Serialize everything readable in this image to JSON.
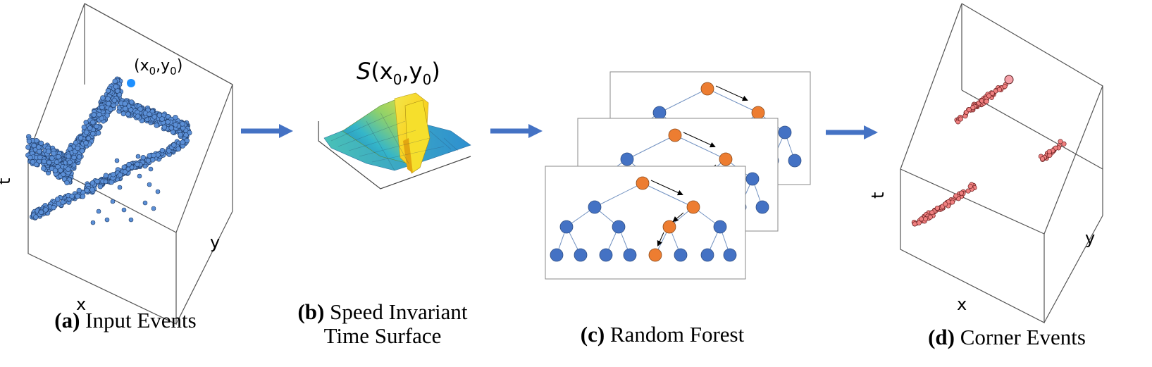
{
  "panel_a": {
    "point_label": "(x",
    "point_label_sub0": "0",
    "point_label_mid": ",y",
    "point_label_sub1": "0",
    "point_label_end": ")",
    "axis_t": "t",
    "axis_y": "y",
    "axis_x": "x",
    "caption_tag": "(a)",
    "caption_text": " Input Events"
  },
  "panel_b": {
    "title_s": "S",
    "title_open": "(x",
    "title_sub0": "0",
    "title_mid": ",y",
    "title_sub1": "0",
    "title_close": ")",
    "caption_tag": "(b)",
    "caption_line1": " Speed Invariant",
    "caption_line2": "Time Surface"
  },
  "panel_c": {
    "caption_tag": "(c)",
    "caption_text": " Random Forest"
  },
  "panel_d": {
    "axis_t": "t",
    "axis_y": "y",
    "axis_x": "x",
    "caption_tag": "(d)",
    "caption_text": " Corner Events"
  },
  "colors": {
    "arrow": "#4472c4",
    "event_blue": "#5b8fd6",
    "event_edge": "#1f3b66",
    "highlight": "#1e90ff",
    "node_blue": "#4472c4",
    "node_orange": "#ed7d31",
    "corner_red": "#f08080"
  }
}
